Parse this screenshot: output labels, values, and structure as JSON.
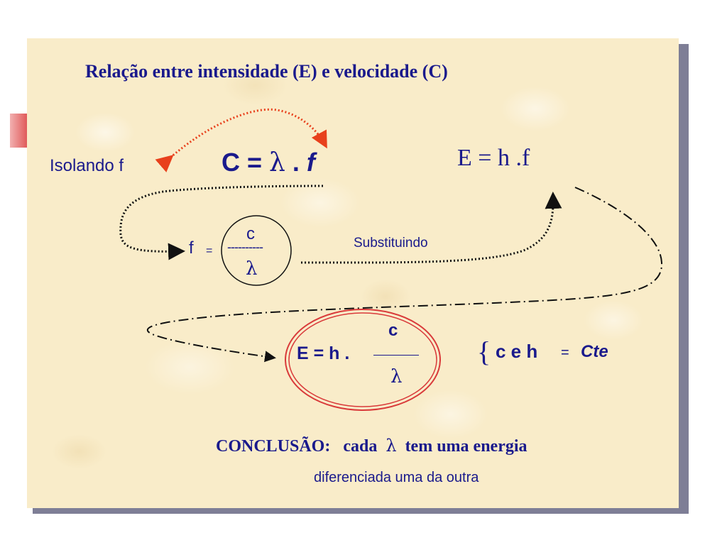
{
  "slide": {
    "title": "Relação entre  intensidade (E) e velocidade (C)",
    "isolando_label": "Isolando  f",
    "equation_c": {
      "lhs": "C = ",
      "lambda": "λ",
      "dot": " . ",
      "f": "f"
    },
    "equation_e": "E = h .f",
    "fraction_f": {
      "lhs": "f",
      "equals": "=",
      "numerator": "c",
      "dashes": "----------",
      "denominator": "λ"
    },
    "substituindo_label": "Substituindo",
    "result_equation": {
      "lhs": "E = h .",
      "numerator": "c",
      "denominator": "λ"
    },
    "constants_note": {
      "brace": "{",
      "text": "c e h",
      "equals": "=",
      "value": "Cte"
    },
    "conclusion": {
      "heading": "CONCLUSÃO:",
      "text_before": "cada",
      "lambda": "λ",
      "text_after": "tem uma energia"
    },
    "conclusion_line2": "diferenciada uma da outra"
  },
  "colors": {
    "text": "#1a1a8c",
    "background": "#f9ecc9",
    "red_arrow": "#e8401c",
    "circle_red": "#d93a3a",
    "shadow": "#7e7e96"
  },
  "icons": {
    "curved_arrow_red": "red-dotted-arrow",
    "dotted_arrow_black": "black-dotted-arrow",
    "dash_dot_arrow": "dash-dot-arrow"
  }
}
